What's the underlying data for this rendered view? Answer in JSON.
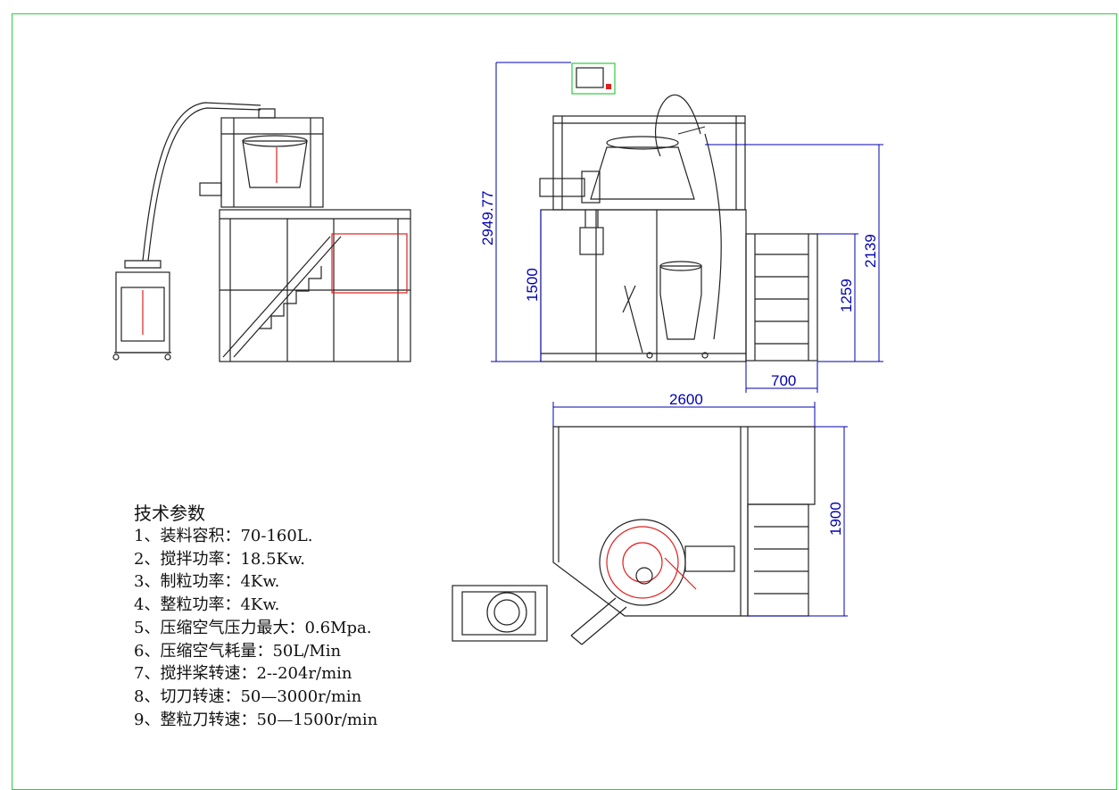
{
  "specs": {
    "title": "技术参数",
    "lines": [
      "1、装料容积：70-160L.",
      "2、搅拌功率：18.5Kw.",
      "3、制粒功率：4Kw.",
      "4、整粒功率：4Kw.",
      "5、压缩空气压力最大：0.6Mpa.",
      "6、压缩空气耗量：50L/Min",
      "7、搅拌桨转速：2--204r/min",
      "8、切刀转速：50—3000r/min",
      "9、整粒刀转速：50—1500r/min"
    ]
  },
  "dimensions": {
    "total_height": "2949.77",
    "lower_height": "1500",
    "right_height": "2139",
    "platform_height": "1259",
    "platform_width": "700",
    "plan_width": "2600",
    "plan_depth": "1900"
  },
  "colors": {
    "frame_border": "#2ecc40",
    "dimension": "#0000b0",
    "outline": "#222222",
    "accent_red": "#e02020"
  }
}
